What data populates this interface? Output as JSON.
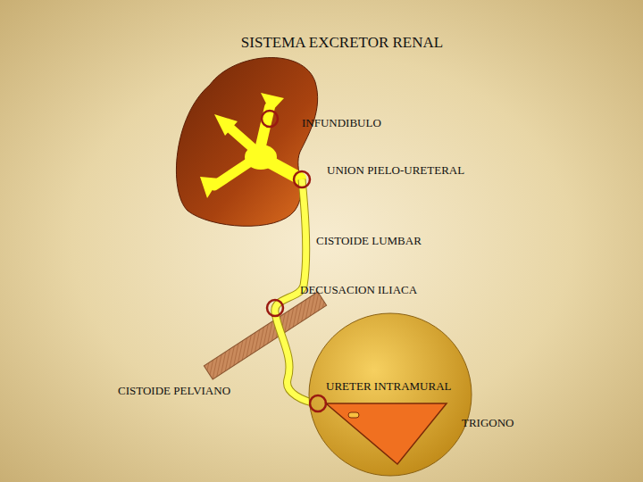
{
  "diagram": {
    "title": "SISTEMA EXCRETOR RENAL",
    "nodes": [
      {
        "text": [
          "URETER INTRAMURAL"
        ]
      }
    ],
    "labels": [
      "INFUNDIBULO",
      "UNION PIELO-URETERAL",
      "CISTOIDE LUMBAR",
      "DECUSACION ILIACA",
      "CISTOIDE PELVIANO",
      "TRIGONO"
    ]
  }
}
